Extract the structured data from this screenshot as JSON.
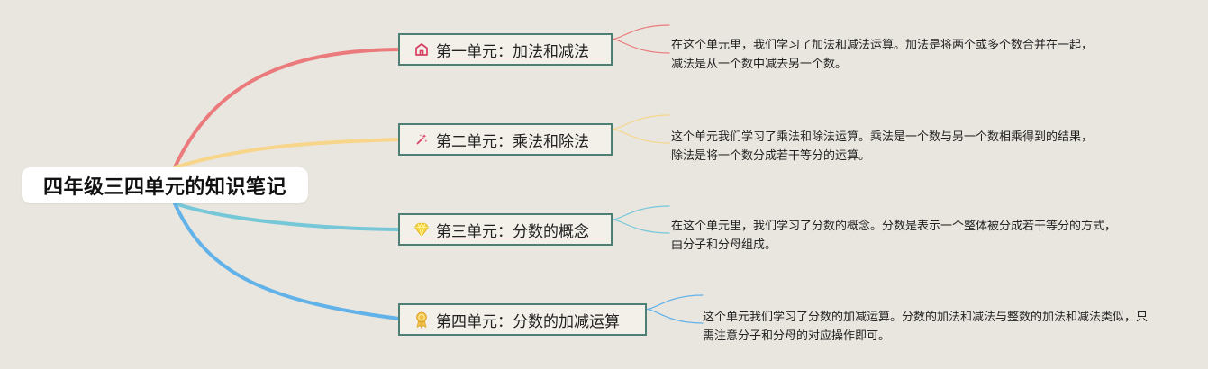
{
  "diagram": {
    "central": {
      "label": "四年级三四单元的知识笔记"
    },
    "topics": [
      {
        "id": "unit-1",
        "label": "第一单元：加法和减法",
        "icon": "home-icon",
        "color": "#ea7a7b",
        "note": "在这个单元里，我们学习了加法和减法运算。加法是将两个或多个数合并在一起，减法是从一个数中减去另一个数。"
      },
      {
        "id": "unit-2",
        "label": "第二单元：乘法和除法",
        "icon": "magic-wand-icon",
        "color": "#f7d58a",
        "note": "这个单元我们学习了乘法和除法运算。乘法是一个数与另一个数相乘得到的结果，除法是将一个数分成若干等分的运算。"
      },
      {
        "id": "unit-3",
        "label": "第三单元：分数的概念",
        "icon": "diamond-icon",
        "color": "#76c8d9",
        "note": "在这个单元里，我们学习了分数的概念。分数是表示一个整体被分成若干等分的方式，由分子和分母组成。"
      },
      {
        "id": "unit-4",
        "label": "第四单元：分数的加减运算",
        "icon": "award-ribbon-icon",
        "color": "#62b2ea",
        "note": "这个单元我们学习了分数的加减运算。分数的加法和减法与整数的加法和减法类似，只需注意分子和分母的对应操作即可。"
      }
    ]
  }
}
